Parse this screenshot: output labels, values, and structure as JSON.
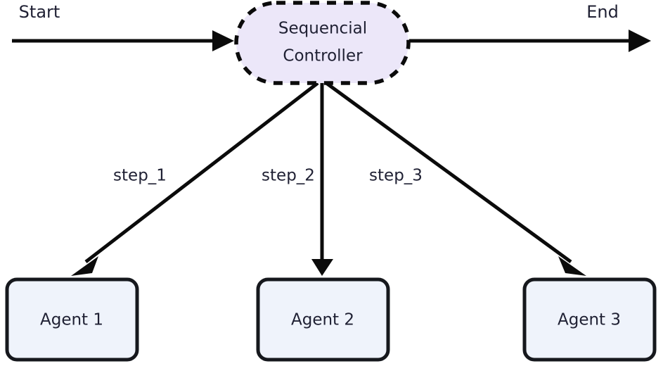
{
  "diagram": {
    "type": "flowchart",
    "background_color": "#ffffff",
    "endpoints": {
      "start_label": "Start",
      "end_label": "End"
    },
    "controller": {
      "label_line1": "Sequencial",
      "label_line2": "Controller",
      "shape": "stadium",
      "border_style": "dashed",
      "fill_color": "#ece7f9",
      "border_color": "#0b0b0b",
      "text_color": "#1f2033"
    },
    "edges": [
      {
        "label": "step_1",
        "from": "controller",
        "to": "agent-1"
      },
      {
        "label": "step_2",
        "from": "controller",
        "to": "agent-2"
      },
      {
        "label": "step_3",
        "from": "controller",
        "to": "agent-3"
      }
    ],
    "agents": [
      {
        "label": "Agent 1",
        "fill_color": "#eff3fb",
        "border_color": "#16181d"
      },
      {
        "label": "Agent 2",
        "fill_color": "#eff3fb",
        "border_color": "#16181d"
      },
      {
        "label": "Agent 3",
        "fill_color": "#eff3fb",
        "border_color": "#16181d"
      }
    ]
  }
}
